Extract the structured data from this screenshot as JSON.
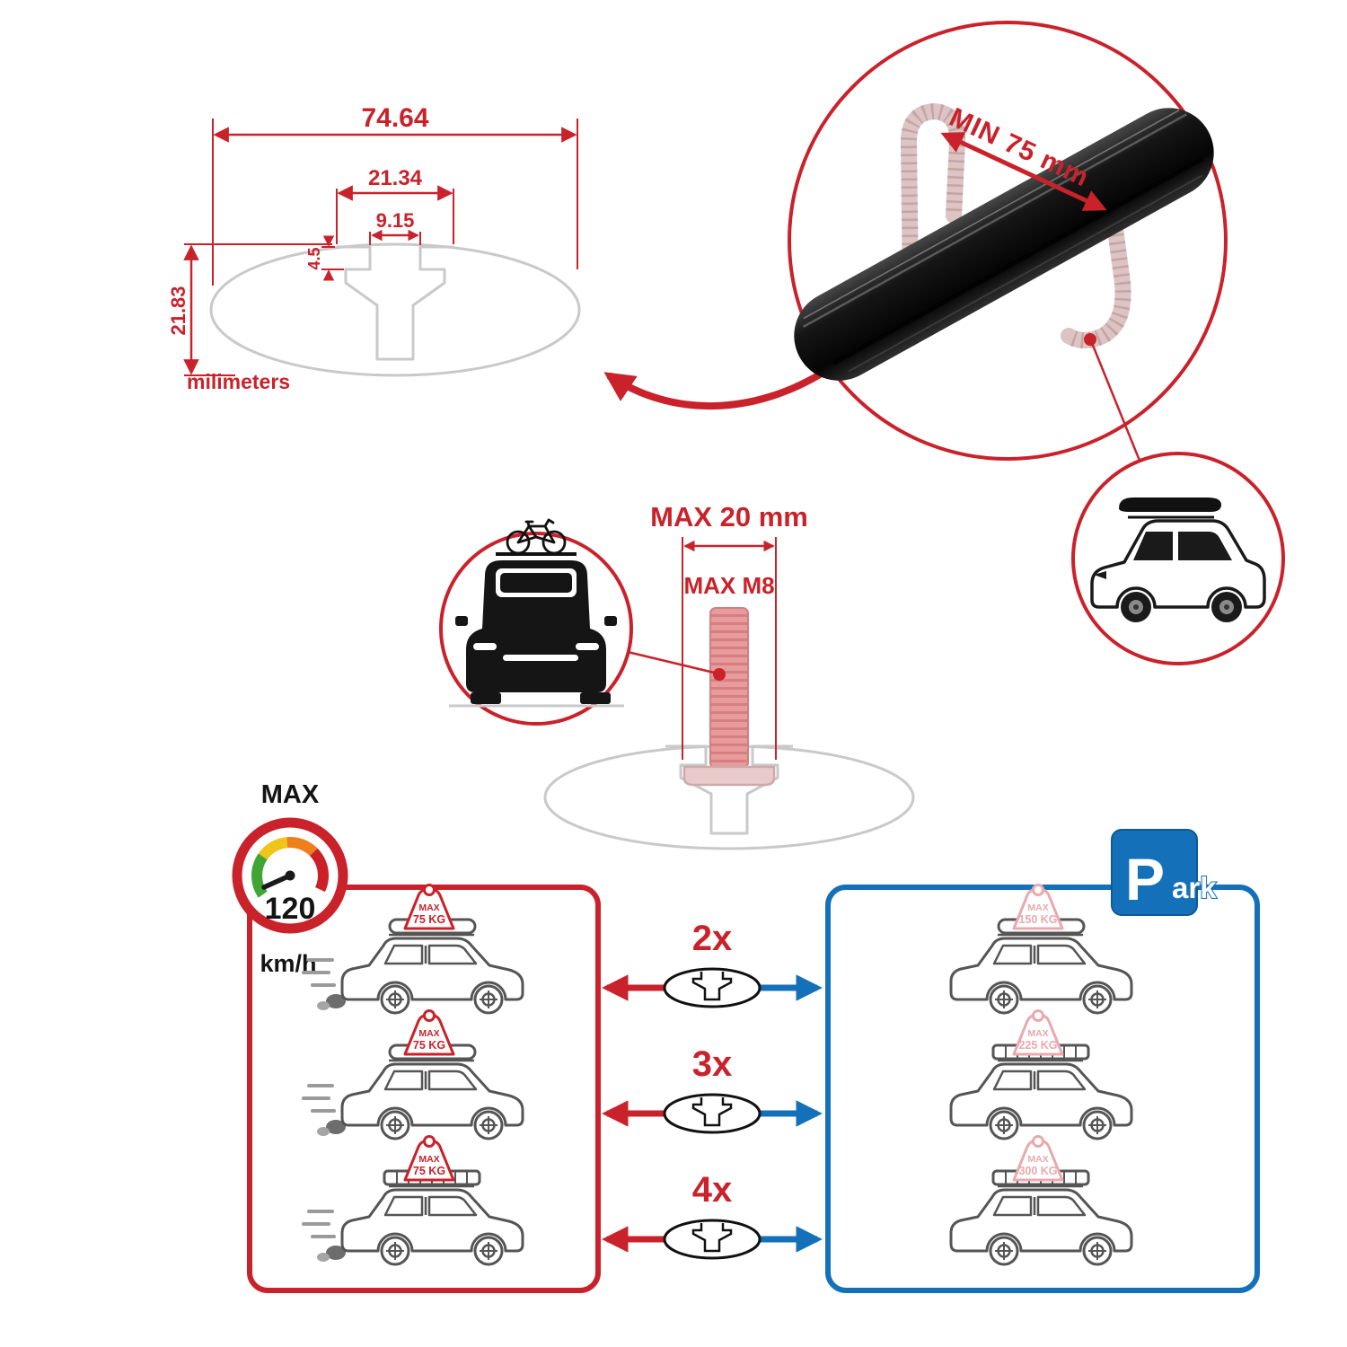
{
  "colors": {
    "accent_red": "#c9222b",
    "accent_blue": "#1470b8",
    "ghost_gray": "#c9c9c9",
    "ghost_pink": "#e9a9ad",
    "bar_black": "#0a0a0a"
  },
  "profile_dimensions": {
    "total_width": "74.64",
    "channel_width": "21.34",
    "slot_width": "9.15",
    "lip_depth": "4.5",
    "total_height": "21.83",
    "units_label": "milimeters"
  },
  "crossbar_detail": {
    "min_clamp_span": "MIN 75 mm"
  },
  "bolt_spec": {
    "max_length": "MAX 20 mm",
    "max_thread": "MAX M8"
  },
  "speed_limit": {
    "label": "MAX",
    "value": "120",
    "unit": "km/h"
  },
  "driving_loads": {
    "badge_label": "MAX",
    "cars": [
      {
        "load": "75 KG"
      },
      {
        "load": "75 KG"
      },
      {
        "load": "75 KG"
      }
    ]
  },
  "parked_loads": {
    "badge_label": "MAX",
    "cars": [
      {
        "load": "150 KG"
      },
      {
        "load": "225 KG"
      },
      {
        "load": "300 KG"
      }
    ]
  },
  "bar_counts": [
    {
      "label": "2x"
    },
    {
      "label": "3x"
    },
    {
      "label": "4x"
    }
  ],
  "parking_sign": {
    "letter": "P",
    "suffix": "ark"
  }
}
